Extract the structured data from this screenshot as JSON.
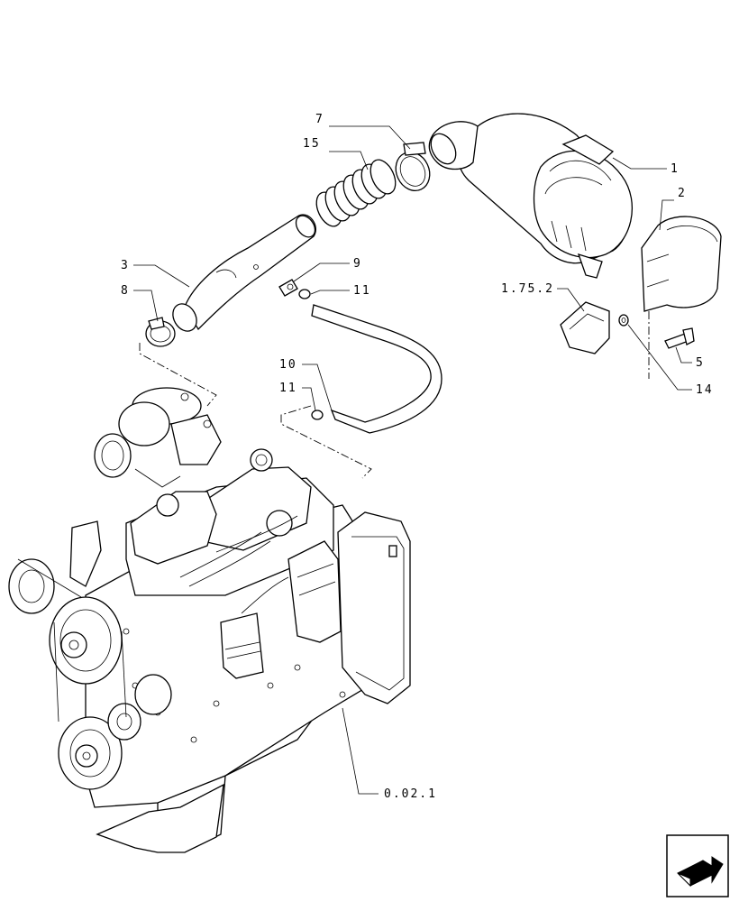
{
  "callouts": {
    "c1": "1",
    "c2": "2",
    "c3": "3",
    "c5": "5",
    "c7": "7",
    "c8": "8",
    "c9": "9",
    "c10": "10",
    "c11a": "11",
    "c11b": "11",
    "c14": "14",
    "c15": "15",
    "ref_1752": "1.75.2",
    "ref_0021": "0.02.1"
  },
  "nav_icon": "arrow-nav-icon"
}
